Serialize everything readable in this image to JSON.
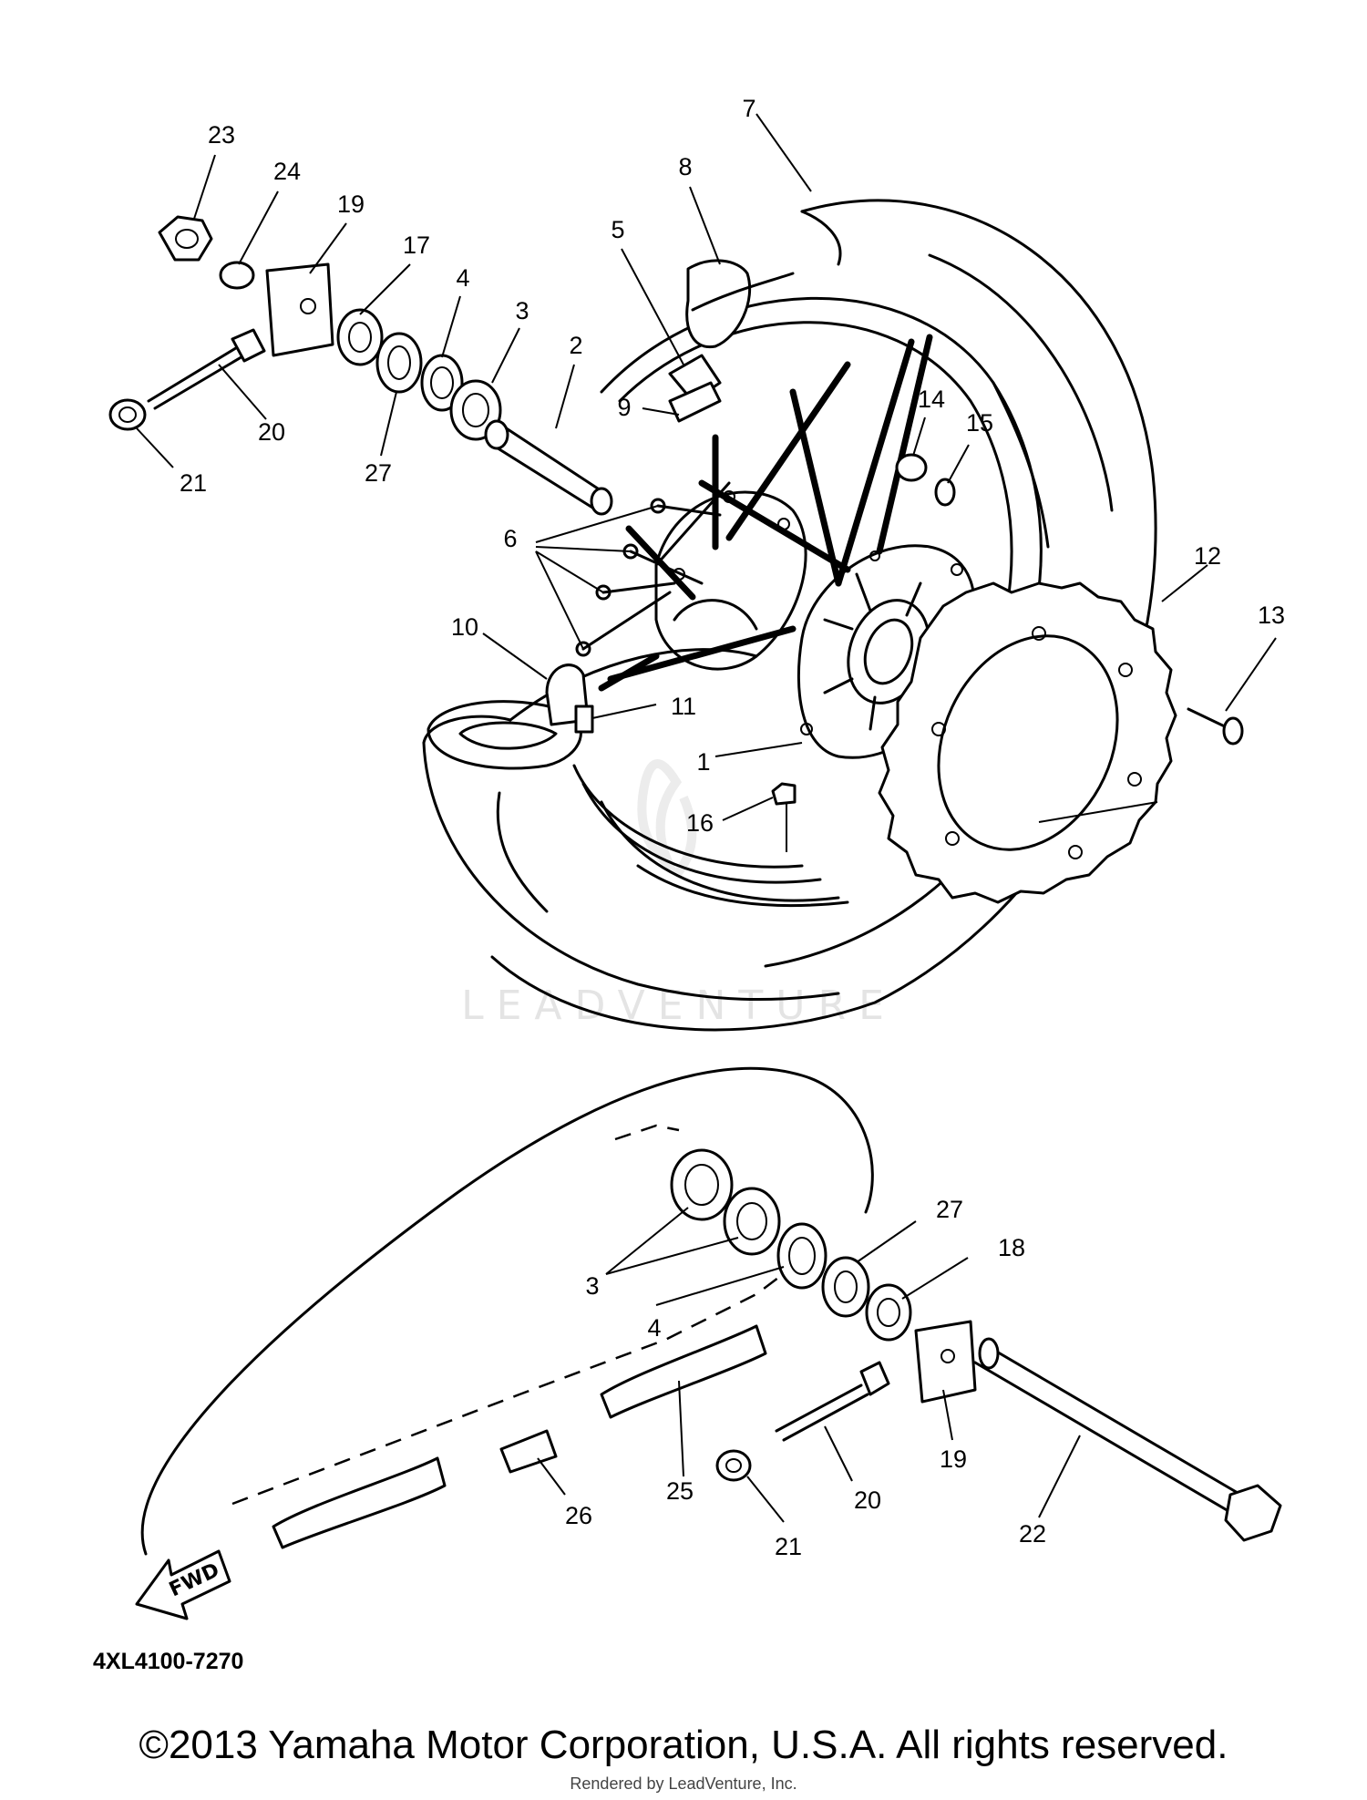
{
  "diagram_code": "4XL4100-7270",
  "copyright": "©2013 Yamaha Motor Corporation, U.S.A. All rights reserved.",
  "rendered_by": "Rendered by LeadVenture, Inc.",
  "watermark": "LEADVENTURE",
  "fwd_label": "FWD",
  "callouts": [
    "23",
    "24",
    "19",
    "17",
    "4",
    "3",
    "2",
    "20",
    "21",
    "27",
    "7",
    "8",
    "5",
    "9",
    "6",
    "10",
    "11",
    "1",
    "16",
    "14",
    "15",
    "12",
    "13",
    "3",
    "27",
    "18",
    "4",
    "19",
    "20",
    "21",
    "25",
    "26",
    "22"
  ]
}
